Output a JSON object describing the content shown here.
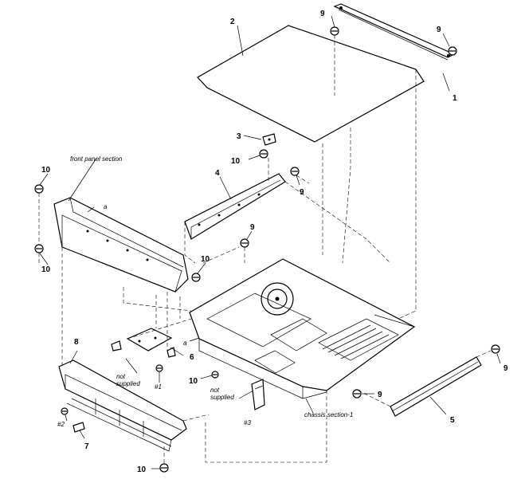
{
  "callouts": {
    "c1": "1",
    "c2": "2",
    "c3": "3",
    "c4": "4",
    "c5": "5",
    "c6": "6",
    "c7": "7",
    "c8": "8",
    "c9a": "9",
    "c9b": "9",
    "c9c": "9",
    "c9d": "9",
    "c9e": "9",
    "c9f": "9",
    "c10a": "10",
    "c10b": "10",
    "c10c": "10",
    "c10d": "10",
    "c10e": "10",
    "c10f": "10"
  },
  "refs": {
    "h1": "#1",
    "h2": "#2",
    "h3": "#3",
    "a1": "a",
    "a2": "a"
  },
  "labels": {
    "front_panel_section": "front panel section",
    "not_supplied_1a": "not",
    "not_supplied_1b": "supplied",
    "not_supplied_2a": "not",
    "not_supplied_2b": "supplied",
    "chassis_section": "chassis section-1"
  }
}
